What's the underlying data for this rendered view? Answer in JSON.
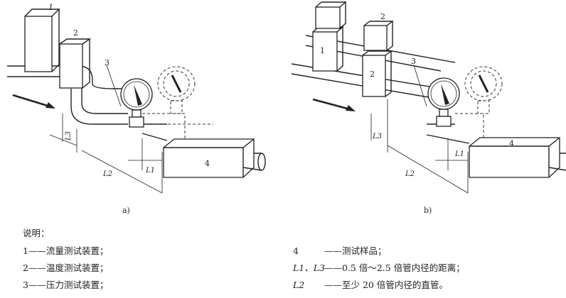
{
  "figure_a": {
    "caption": "a)",
    "labels": {
      "n1": "1",
      "n2": "2",
      "n3": "3",
      "n4": "4",
      "L1": "L1",
      "L2": "L2",
      "L3": "L3"
    }
  },
  "figure_b": {
    "caption": "b)",
    "labels": {
      "n1": "1",
      "n2": "2",
      "n3": "3",
      "n4": "4",
      "L1": "L1",
      "L2": "L2",
      "L3": "L3"
    }
  },
  "legend": {
    "title": "说明：",
    "items": [
      {
        "key": "1",
        "text": "——流量测试装置；"
      },
      {
        "key": "2",
        "text": "——温度测试装置；"
      },
      {
        "key": "3",
        "text": "——压力测试装置；"
      },
      {
        "key": "4",
        "text": "——测试样品；"
      },
      {
        "key": "L1、L3",
        "text": "——0.5 倍～2.5 倍管内径的距离；"
      },
      {
        "key": "L2",
        "text": "——至少 20 倍管内径的直管。"
      }
    ]
  }
}
